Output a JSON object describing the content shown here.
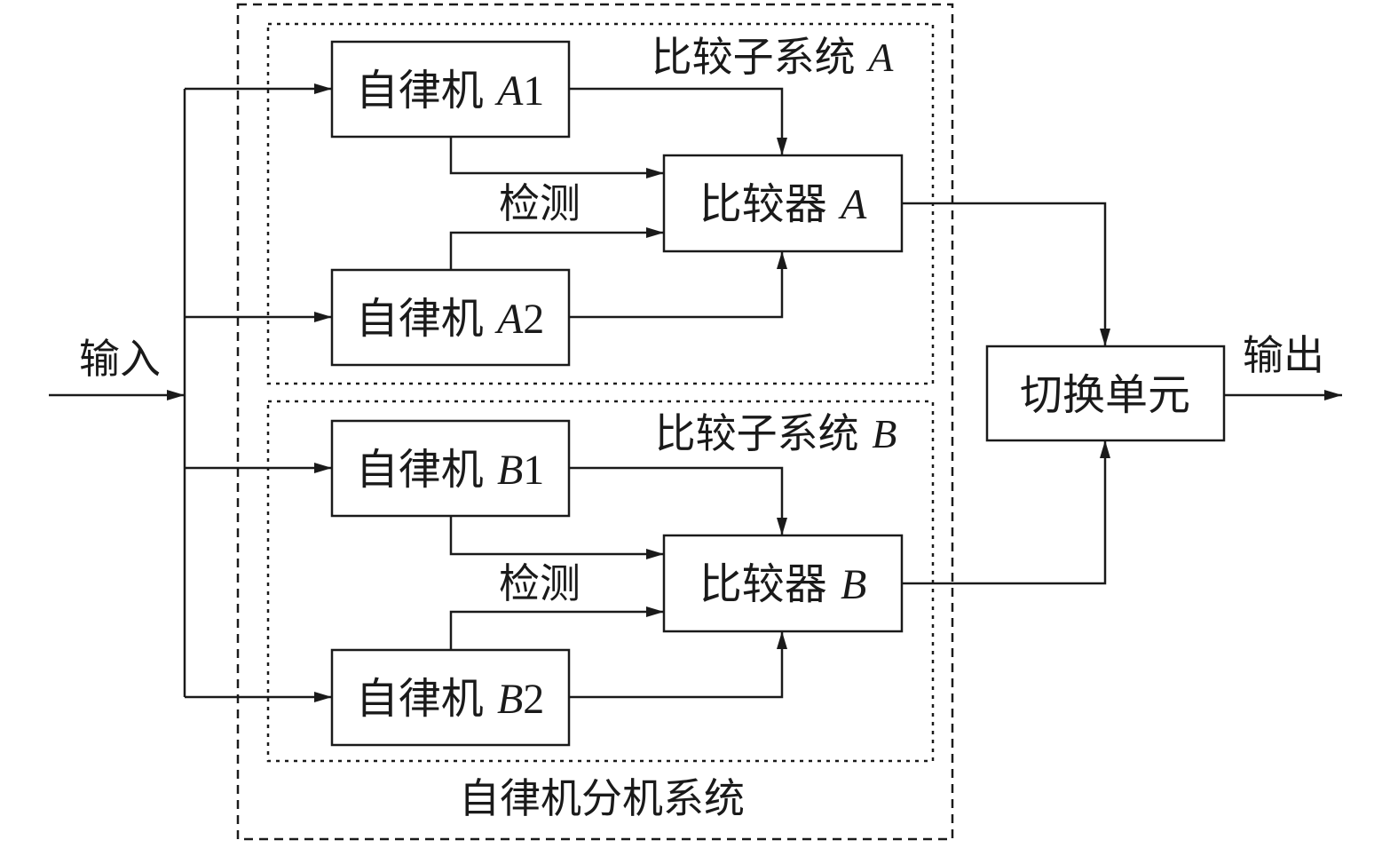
{
  "input_label": "输入",
  "output_label": "输出",
  "outer_system_label": "自律机分机系统",
  "subsystem_a": {
    "label_prefix": "比较子系统 ",
    "label_letter": "A",
    "machine1": {
      "prefix": "自律机 ",
      "letter": "A",
      "number": "1"
    },
    "machine2": {
      "prefix": "自律机 ",
      "letter": "A",
      "number": "2"
    },
    "comparator": {
      "prefix": "比较器 ",
      "letter": "A"
    },
    "detect_label": "检测"
  },
  "subsystem_b": {
    "label_prefix": "比较子系统 ",
    "label_letter": "B",
    "machine1": {
      "prefix": "自律机 ",
      "letter": "B",
      "number": "1"
    },
    "machine2": {
      "prefix": "自律机 ",
      "letter": "B",
      "number": "2"
    },
    "comparator": {
      "prefix": "比较器 ",
      "letter": "B"
    },
    "detect_label": "检测"
  },
  "switch_unit_label": "切换单元"
}
